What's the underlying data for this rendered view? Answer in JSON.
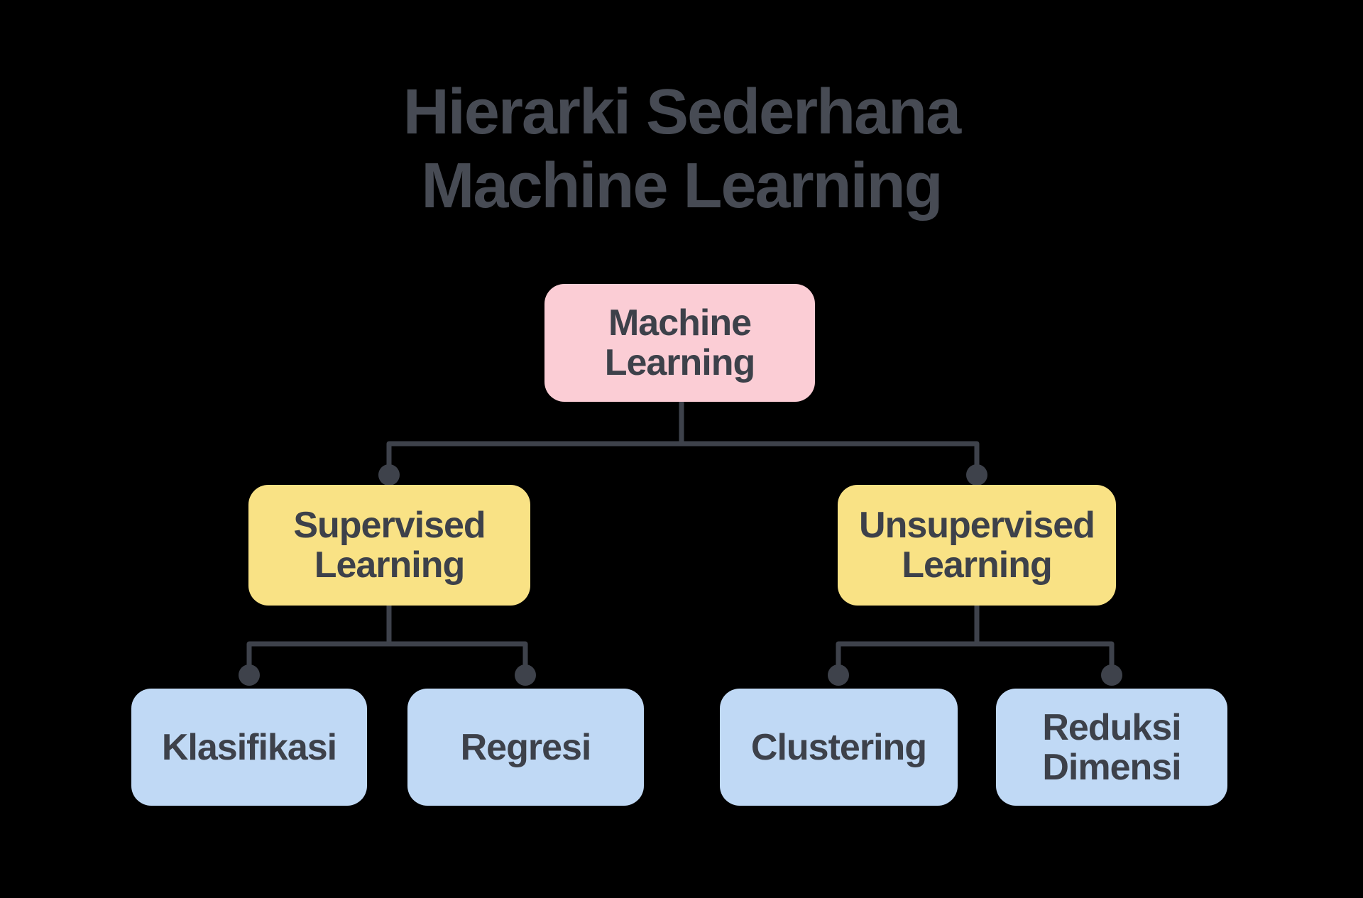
{
  "title": {
    "text": "Hierarki Sederhana\nMachine Learning",
    "line1": "Hierarki Sederhana",
    "line2": "Machine Learning"
  },
  "palette": {
    "background": "#000000",
    "connector": "#3E424B",
    "junction_dot": "#3E424B",
    "title_text": "#474B54",
    "node_text": "#3D414A",
    "root_node_fill": "#FBCDD5",
    "branch_node_fill": "#F9E285",
    "leaf_node_fill": "#C0D9F5"
  },
  "nodes": {
    "root": {
      "label": "Machine\nLearning",
      "level": "root"
    },
    "supervised": {
      "label": "Supervised\nLearning",
      "level": "branch"
    },
    "unsupervised": {
      "label": "Unsupervised\nLearning",
      "level": "branch"
    },
    "klasifikasi": {
      "label": "Klasifikasi",
      "level": "leaf"
    },
    "regresi": {
      "label": "Regresi",
      "level": "leaf"
    },
    "clustering": {
      "label": "Clustering",
      "level": "leaf"
    },
    "reduksi": {
      "label": "Reduksi\nDimensi",
      "level": "leaf"
    }
  },
  "edges": [
    {
      "from": "root",
      "to": "supervised"
    },
    {
      "from": "root",
      "to": "unsupervised"
    },
    {
      "from": "supervised",
      "to": "klasifikasi"
    },
    {
      "from": "supervised",
      "to": "regresi"
    },
    {
      "from": "unsupervised",
      "to": "clustering"
    },
    {
      "from": "unsupervised",
      "to": "reduksi"
    }
  ]
}
